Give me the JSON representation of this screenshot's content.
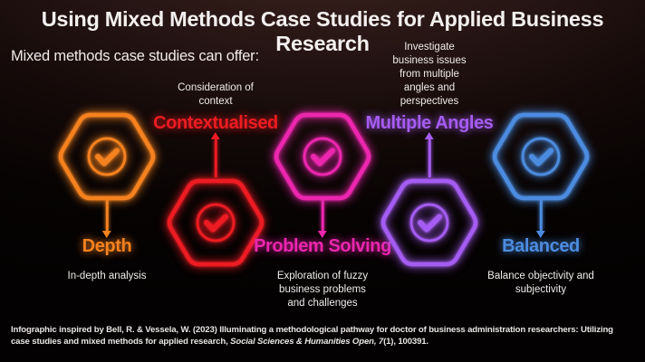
{
  "title": "Using Mixed Methods Case Studies for Applied Business Research",
  "subtitle": "Mixed methods case studies can offer:",
  "features": [
    {
      "label": "Depth",
      "description": "In-depth analysis",
      "color": "#F5821F",
      "icon": "check-circle"
    },
    {
      "label": "Contextualised",
      "description": "Consideration of context",
      "color": "#ED1B22",
      "icon": "check-circle"
    },
    {
      "label": "Problem Solving",
      "description": "Exploration of fuzzy business problems and challenges",
      "color": "#EC26AE",
      "icon": "check-circle"
    },
    {
      "label": "Multiple Angles",
      "description": "Investigate business issues from multiple angles and perspectives",
      "color": "#A55CF2",
      "icon": "check-circle"
    },
    {
      "label": "Balanced",
      "description": "Balance objectivity and subjectivity",
      "color": "#4C8CE0",
      "icon": "check-circle"
    }
  ],
  "footer": {
    "text_before": "Infographic inspired by Bell, R. & Vessela, W. (2023) Illuminating a methodological pathway for doctor of business administration researchers: Utilizing case studies and mixed methods for applied research, ",
    "journal_italic": "Social Sciences & Humanities Open, 7",
    "text_after": "(1), 100391."
  }
}
